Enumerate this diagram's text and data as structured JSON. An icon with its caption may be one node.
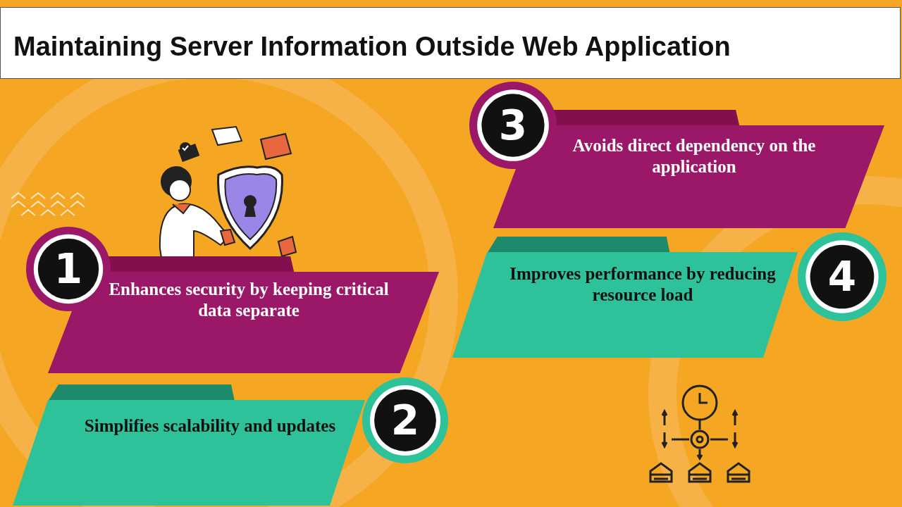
{
  "diagram": {
    "title": "Maintaining Server Information Outside Web Application",
    "nodes": [
      {
        "text": [
          "1"
        ]
      },
      {
        "text": [
          "Enhances security by keeping critical data separate"
        ]
      },
      {
        "text": [
          "2"
        ]
      },
      {
        "text": [
          "Simplifies scalability and updates"
        ]
      },
      {
        "text": [
          "3"
        ]
      },
      {
        "text": [
          "Avoids direct dependency on the application"
        ]
      },
      {
        "text": [
          "4"
        ]
      },
      {
        "text": [
          "Improves performance by reducing resource load"
        ]
      }
    ],
    "edges": []
  }
}
